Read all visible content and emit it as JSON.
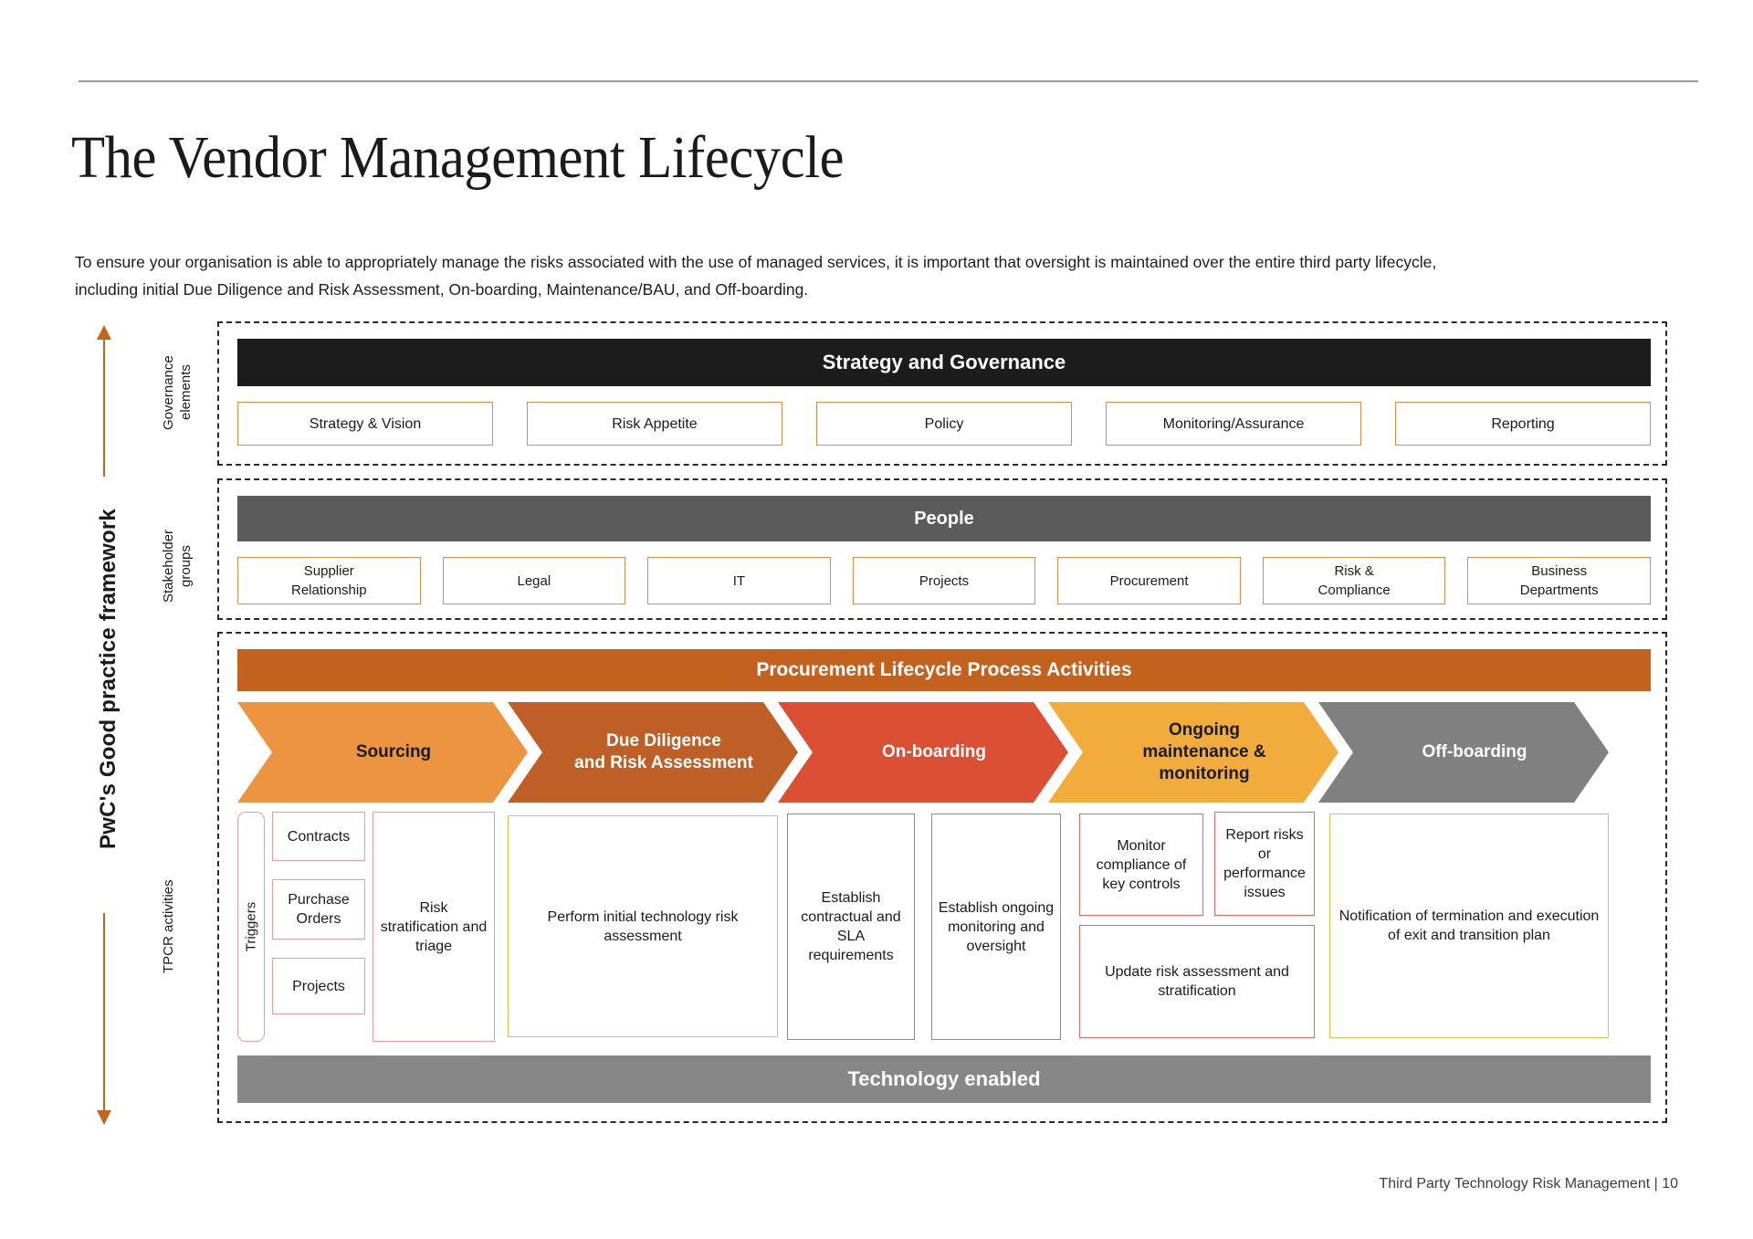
{
  "page": {
    "title": "The Vendor Management Lifecycle",
    "intro": "To ensure your organisation is able to appropriately manage the risks associated with the use of managed services, it is important that oversight is maintained over the entire third party lifecycle, including initial Due Diligence and Risk Assessment, On-boarding, Maintenance/BAU, and Off-boarding.",
    "footer": "Third Party Technology Risk Management  |  10"
  },
  "side_labels": {
    "framework": "PwC's Good practice framework",
    "governance": "Governance\nelements",
    "governance_line1": "Governance",
    "governance_line2": "elements",
    "stakeholder_line1": "Stakeholder",
    "stakeholder_line2": "groups",
    "tpcr": "TPCR activities"
  },
  "governance": {
    "bar_label": "Strategy and Governance",
    "items": [
      {
        "label": "Strategy & Vision"
      },
      {
        "label": "Risk Appetite"
      },
      {
        "label": "Policy"
      },
      {
        "label": "Monitoring/Assurance"
      },
      {
        "label": "Reporting"
      }
    ]
  },
  "people": {
    "bar_label": "People",
    "items": [
      {
        "line1": "Supplier",
        "line2": "Relationship"
      },
      {
        "line1": "Legal",
        "line2": ""
      },
      {
        "line1": "IT",
        "line2": ""
      },
      {
        "line1": "Projects",
        "line2": ""
      },
      {
        "line1": "Procurement",
        "line2": ""
      },
      {
        "line1": "Risk &",
        "line2": "Compliance"
      },
      {
        "line1": "Business",
        "line2": "Departments"
      }
    ]
  },
  "procurement": {
    "bar_label": "Procurement Lifecycle Process Activities",
    "technology_bar_label": "Technology enabled",
    "stages": [
      {
        "line1": "Sourcing",
        "line2": "",
        "line3": "",
        "color": "#EC943F",
        "text_color": "#1b1b1b"
      },
      {
        "line1": "Due Diligence",
        "line2": "and Risk Assessment",
        "line3": "",
        "color": "#BD5F26",
        "text_color": "#ffffff"
      },
      {
        "line1": "On-boarding",
        "line2": "",
        "line3": "",
        "color": "#DB4F35",
        "text_color": "#ffffff"
      },
      {
        "line1": "Ongoing",
        "line2": "maintenance &",
        "line3": "monitoring",
        "color": "#F2AC3C",
        "text_color": "#1b1b1b"
      },
      {
        "line1": "Off-boarding",
        "line2": "",
        "line3": "",
        "color": "#808080",
        "text_color": "#ffffff"
      }
    ],
    "activities": {
      "triggers_label": "Triggers",
      "trigger_items": [
        {
          "label": "Contracts"
        },
        {
          "label": "Purchase Orders"
        },
        {
          "label": "Projects"
        }
      ],
      "boxes": [
        {
          "label": "Risk stratification and triage",
          "color": "pink"
        },
        {
          "label": "Perform initial technology risk assessment",
          "color": "amber"
        },
        {
          "label": "Establish contractual and SLA requirements",
          "color": "grey"
        },
        {
          "label": "Establish ongoing monitoring and oversight",
          "color": "grey"
        },
        {
          "label": "Monitor compliance of key controls",
          "color": "salmon"
        },
        {
          "label": "Report risks or performance issues",
          "color": "salmon"
        },
        {
          "label": "Update risk assessment and stratification",
          "color": "salmon"
        },
        {
          "label": "Notification of termination and execution of exit and transition plan",
          "color": "amber"
        }
      ]
    }
  },
  "colors": {
    "brand_orange": "#C3621F",
    "box_border_orange": "#E08A4A",
    "black_bar": "#1c1c1c",
    "grey_bar": "#5b5b5b",
    "tech_bar": "#878787",
    "arrow": "#C4651E"
  }
}
